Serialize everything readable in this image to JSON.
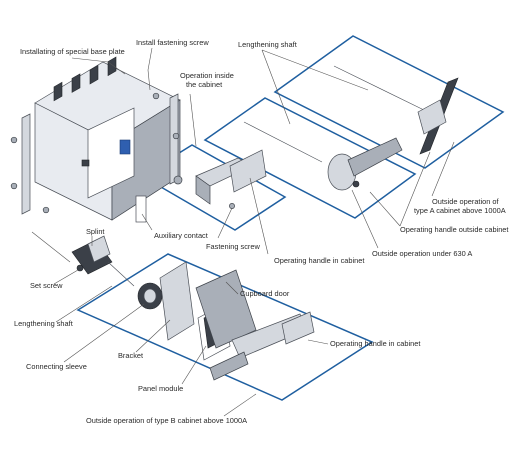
{
  "labels": {
    "installation_base_plate": "Installating of special base plate",
    "install_fastening_screw": "Install fastening screw",
    "lengthening_shaft_top": "Lengthening shaft",
    "operation_inside_line1": "Operation inside",
    "operation_inside_line2": "the cabinet",
    "outside_type_a_line1": "Outside operation of",
    "outside_type_a_line2": "type A cabinet above 1000A",
    "operating_handle_outside": "Operating handle outside cabinet",
    "auxiliary_contact": "Auxiliary contact",
    "fastening_screw": "Fastening screw",
    "operating_handle_in_cabinet_top": "Operating handle in cabinet",
    "outside_under_630": "Outside operation under 630 A",
    "splint": "Splint",
    "set_screw": "Set screw",
    "lengthening_shaft_bottom": "Lengthening shaft",
    "cupboard_door": "Cupboard door",
    "connecting_sleeve": "Connecting sleeve",
    "bracket": "Bracket",
    "operating_handle_in_cabinet_bottom": "Operating handle in cabinet",
    "panel_module": "Panel module",
    "outside_type_b": "Outside operation of type B cabinet above 1000A"
  },
  "colors": {
    "plane_outline": "#1f5fa0",
    "switch_knob": "#2f5fb0",
    "label_text": "#2a2a2a"
  }
}
